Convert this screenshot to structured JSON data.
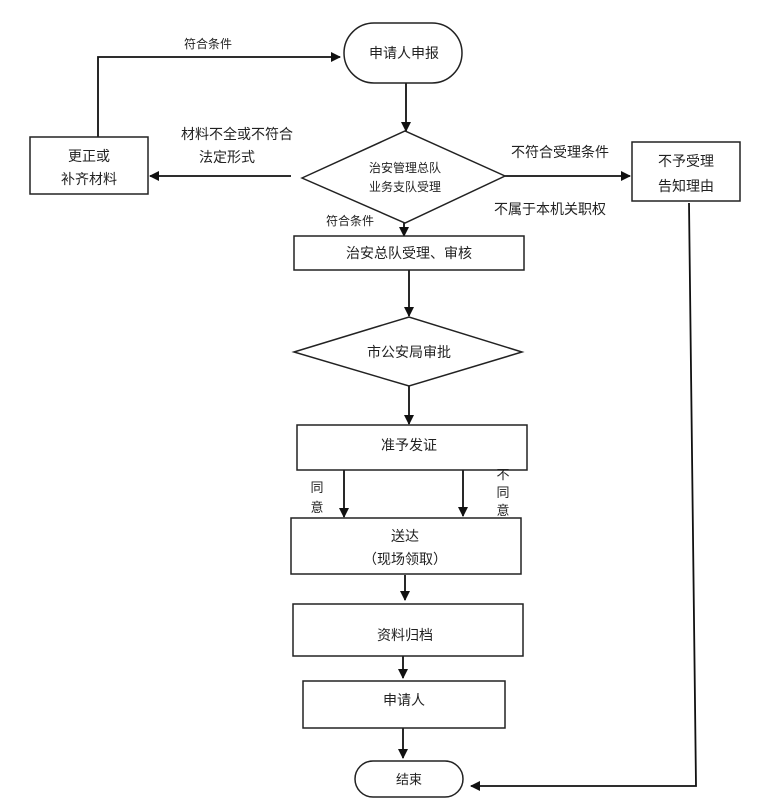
{
  "nodes": {
    "start": "申请人申报",
    "decision1": [
      "治安管理总队",
      "业务支队受理"
    ],
    "correct": [
      "更正或",
      "补齐材料"
    ],
    "reject": [
      "不予受理",
      "告知理由"
    ],
    "review": "治安总队受理、审核",
    "decision2": "市公安局审批",
    "approve": "准予发证",
    "deliver": [
      "送达",
      "（现场领取）"
    ],
    "archive": "资料归档",
    "applicant": "申请人",
    "end": "结束"
  },
  "edge_labels": {
    "correct_to_start": "符合条件",
    "d1_to_correct": [
      "材料不全或不符合",
      "法定形式"
    ],
    "d1_to_reject_top": "不符合受理条件",
    "d1_to_reject_bottom": "不属于本机关职权",
    "d1_to_review": "符合条件",
    "agree": [
      "同",
      "意"
    ],
    "disagree": [
      "不",
      "同",
      "意"
    ]
  }
}
